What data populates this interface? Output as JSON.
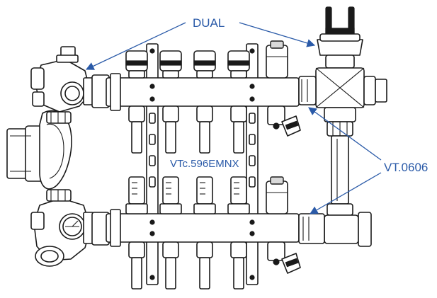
{
  "labels": {
    "dual": "DUAL",
    "model": "VTc.596EMNX",
    "valve": "VT.0606"
  },
  "colors": {
    "callout": "#2a5aa8",
    "outline": "#1a1a1a"
  }
}
